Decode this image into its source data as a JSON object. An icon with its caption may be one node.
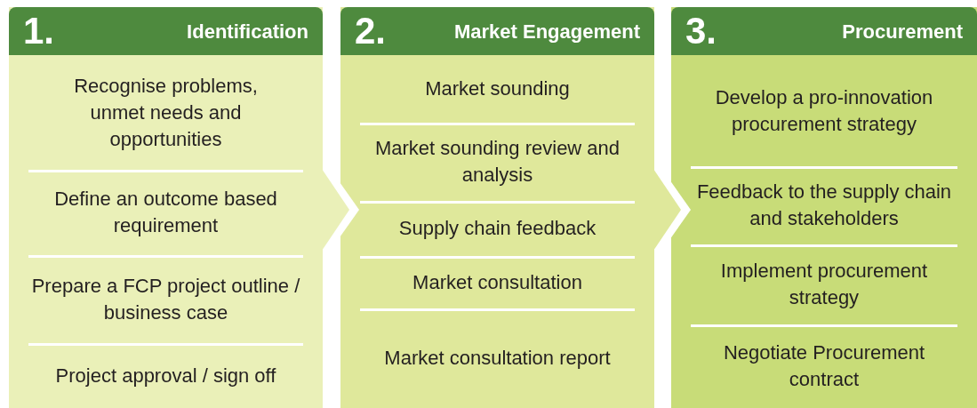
{
  "diagram": {
    "nodes": [
      {
        "text": [
          "1.",
          "Identification"
        ]
      },
      {
        "text": [
          "Recognise problems, unmet needs and opportunities"
        ],
        "in": 0
      },
      {
        "text": [
          "Define an outcome based requirement"
        ],
        "in": 0
      },
      {
        "text": [
          "Prepare a FCP project outline / business case"
        ],
        "in": 0
      },
      {
        "text": [
          "Project approval / sign off"
        ],
        "in": 0
      },
      {
        "text": [
          "2.",
          "Market Engagement"
        ]
      },
      {
        "text": [
          "Market sounding"
        ],
        "in": 5
      },
      {
        "text": [
          "Market sounding review and analysis"
        ],
        "in": 5
      },
      {
        "text": [
          "Supply chain feedback"
        ],
        "in": 5
      },
      {
        "text": [
          "Market consultation"
        ],
        "in": 5
      },
      {
        "text": [
          "Market consultation report"
        ],
        "in": 5
      },
      {
        "text": [
          "3.",
          "Procurement"
        ]
      },
      {
        "text": [
          "Develop a pro-innovation procurement strategy"
        ],
        "in": 11
      },
      {
        "text": [
          "Feedback to the supply chain and stakeholders"
        ],
        "in": 11
      },
      {
        "text": [
          "Implement procurement strategy"
        ],
        "in": 11
      },
      {
        "text": [
          "Negotiate Procurement contract"
        ],
        "in": 11
      }
    ],
    "edges": [
      {
        "from": 0,
        "to": 5,
        "arrow": "to"
      },
      {
        "from": 5,
        "to": 11,
        "arrow": "to"
      }
    ]
  }
}
